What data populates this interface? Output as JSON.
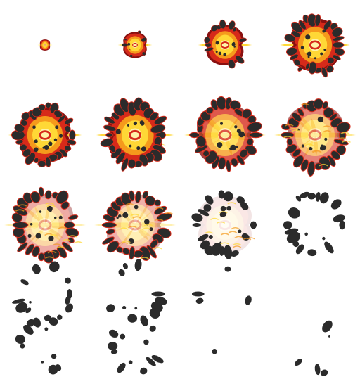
{
  "sprite_sheet": {
    "name": "",
    "columns": 4,
    "frame_count": 20,
    "palette": {
      "dark": "#2b2b2b",
      "blood": "#8a1010",
      "red": "#d62a1a",
      "orange": "#f59a1c",
      "yellow": "#ffd836",
      "pale": "#fff3a8",
      "white": "#ffffff"
    },
    "frames": [
      {
        "id": "frame-01",
        "scale": 0.18,
        "fire": 1.0,
        "debris": 0.0,
        "stage": "spark"
      },
      {
        "id": "frame-02",
        "scale": 0.42,
        "fire": 1.0,
        "debris": 0.2,
        "stage": "burst"
      },
      {
        "id": "frame-03",
        "scale": 0.66,
        "fire": 1.0,
        "debris": 0.6,
        "stage": "burst"
      },
      {
        "id": "frame-04",
        "scale": 0.86,
        "fire": 1.0,
        "debris": 0.9,
        "stage": "fireball"
      },
      {
        "id": "frame-05",
        "scale": 0.9,
        "fire": 0.95,
        "debris": 1.0,
        "stage": "fireball"
      },
      {
        "id": "frame-06",
        "scale": 0.95,
        "fire": 0.85,
        "debris": 1.0,
        "stage": "fireball"
      },
      {
        "id": "frame-07",
        "scale": 1.0,
        "fire": 0.6,
        "debris": 1.0,
        "stage": "dissipate"
      },
      {
        "id": "frame-08",
        "scale": 1.0,
        "fire": 0.45,
        "debris": 1.0,
        "stage": "dissipate"
      },
      {
        "id": "frame-09",
        "scale": 1.0,
        "fire": 0.3,
        "debris": 0.95,
        "stage": "smoke"
      },
      {
        "id": "frame-10",
        "scale": 1.0,
        "fire": 0.28,
        "debris": 0.95,
        "stage": "smoke"
      },
      {
        "id": "frame-11",
        "scale": 0.95,
        "fire": 0.08,
        "debris": 0.7,
        "stage": "smoke"
      },
      {
        "id": "frame-12",
        "scale": 0.95,
        "fire": 0.05,
        "debris": 0.65,
        "stage": "smoke"
      },
      {
        "id": "frame-13",
        "scale": 0.9,
        "fire": 0.0,
        "debris": 0.3,
        "stage": "fade"
      },
      {
        "id": "frame-14",
        "scale": 0.9,
        "fire": 0.0,
        "debris": 0.25,
        "stage": "fade"
      },
      {
        "id": "frame-15",
        "scale": 0.9,
        "fire": 0.0,
        "debris": 0.12,
        "stage": "fade"
      },
      {
        "id": "frame-16",
        "scale": 0.9,
        "fire": 0.0,
        "debris": 0.05,
        "stage": "fade"
      },
      {
        "id": "frame-17",
        "scale": 0.88,
        "fire": 0.0,
        "debris": 0.3,
        "stage": "ash"
      },
      {
        "id": "frame-18",
        "scale": 0.88,
        "fire": 0.0,
        "debris": 0.25,
        "stage": "ash"
      },
      {
        "id": "frame-19",
        "scale": 0.88,
        "fire": 0.0,
        "debris": 0.1,
        "stage": "ash"
      },
      {
        "id": "frame-20",
        "scale": 0.88,
        "fire": 0.0,
        "debris": 0.04,
        "stage": "ash"
      }
    ]
  }
}
